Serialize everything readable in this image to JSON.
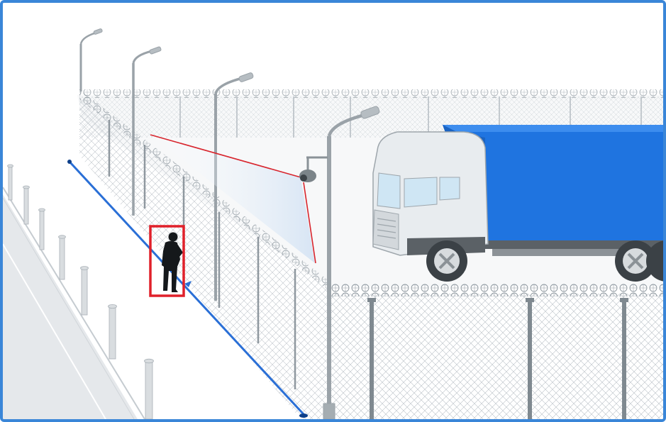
{
  "scene": {
    "subjects": [
      "intruder",
      "truck",
      "ptz-camera",
      "virtual-tripwire",
      "perimeter-fence",
      "street-lights"
    ],
    "detection": {
      "target": "person",
      "state": "alarm",
      "box_color": "#e0202a",
      "tripwire_color": "#2a6fd6"
    },
    "colors": {
      "frame": "#3a86d8",
      "trailer": "#1f74e0",
      "cab": "#e8ecef",
      "fence": "#9aa3aa",
      "camera_view": "#dbe9f7"
    }
  }
}
